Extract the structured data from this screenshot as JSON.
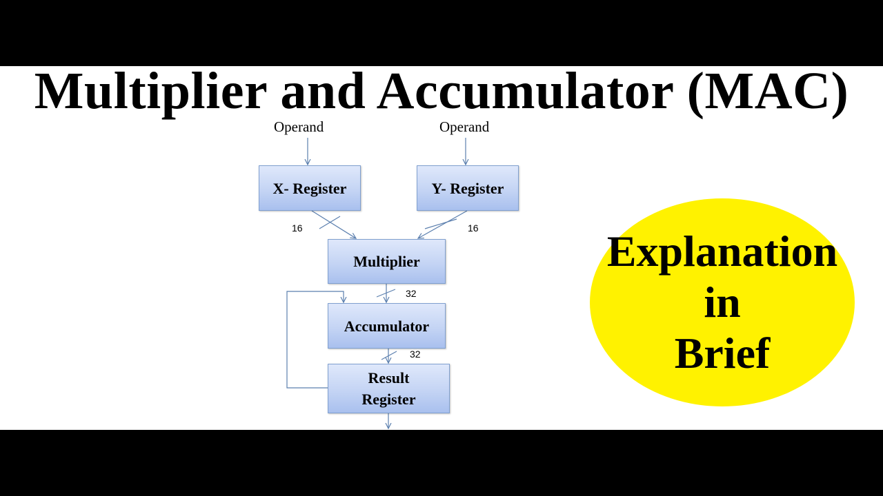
{
  "title": "Multiplier and Accumulator (MAC)",
  "diagram": {
    "inputs": [
      {
        "label": "Operand"
      },
      {
        "label": "Operand"
      }
    ],
    "blocks": {
      "x_register": "X- Register",
      "y_register": "Y- Register",
      "multiplier": "Multiplier",
      "accumulator": "Accumulator",
      "result_register_line1": "Result",
      "result_register_line2": "Register"
    },
    "bus_widths": {
      "x_to_multiplier": "16",
      "y_to_multiplier": "16",
      "multiplier_to_accumulator": "32",
      "accumulator_to_result": "32"
    },
    "colors": {
      "block_top": "#dfe8fb",
      "block_bottom": "#a9c0ee",
      "block_border": "#7f9fcf",
      "wire": "#5b7fae"
    }
  },
  "badge": {
    "line1": "Explanation",
    "line2": "in",
    "line3": "Brief",
    "color": "#fff200"
  }
}
